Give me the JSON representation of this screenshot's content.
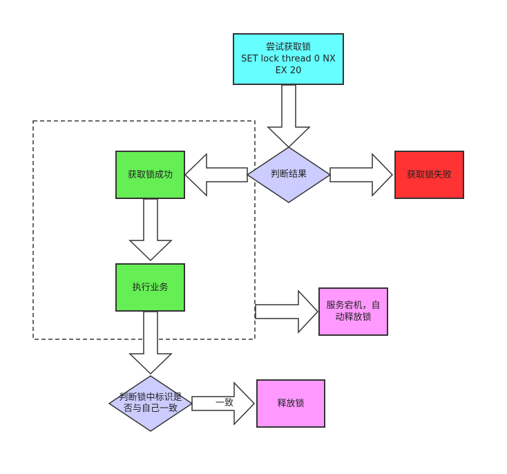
{
  "colors": {
    "cyan": "#66ffff",
    "green": "#66ee55",
    "red": "#ff3333",
    "pink": "#ff99ff",
    "lavender": "#ccccff",
    "stroke": "#333333"
  },
  "nodes": {
    "try_lock": {
      "lines": [
        "尝试获取锁",
        "SET lock thread 0 NX",
        "EX 20"
      ]
    },
    "judge_result": {
      "lines": [
        "判断结果"
      ]
    },
    "acquire_success": {
      "lines": [
        "获取锁成功"
      ]
    },
    "acquire_fail": {
      "lines": [
        "获取锁失败"
      ]
    },
    "do_business": {
      "lines": [
        "执行业务"
      ]
    },
    "server_down": {
      "lines": [
        "服务宕机，自",
        "动释放锁"
      ]
    },
    "judge_owner": {
      "lines": [
        "判断锁中标识是",
        "否与自己一致"
      ]
    },
    "release_lock": {
      "lines": [
        "释放锁"
      ]
    }
  },
  "edges": {
    "consistent_label": "一致"
  }
}
